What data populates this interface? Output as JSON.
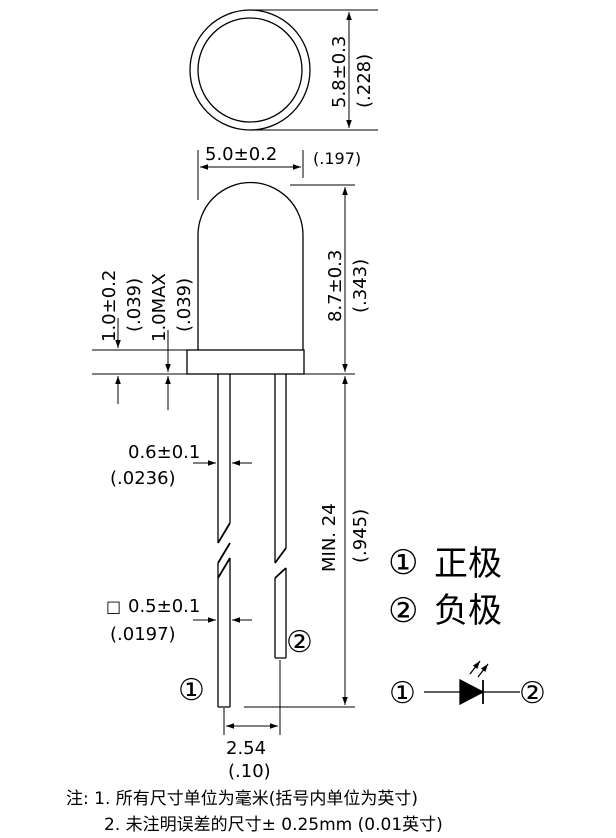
{
  "top_view": {
    "diameter_mm": "5.8±0.3",
    "diameter_in": "(.228)"
  },
  "body": {
    "width_mm": "5.0±0.2",
    "width_in": "(.197)",
    "height_mm": "8.7±0.3",
    "height_in": "(.343)"
  },
  "flange": {
    "thickness_mm": "1.0±0.2",
    "thickness_in": "(.039)",
    "max_mm": "1.0MAX",
    "max_in": "(.039)"
  },
  "leads": {
    "upper_width_mm": "0.6±0.1",
    "upper_width_in": "(.0236)",
    "square_symbol": "□",
    "lower_width_mm": "0.5±0.1",
    "lower_width_in": "(.0197)",
    "length_mm": "MIN. 24",
    "length_in": "(.945)",
    "spacing_mm": "2.54",
    "spacing_in": "(.10)",
    "pin1_marker": "①",
    "pin2_marker": "②"
  },
  "legend": {
    "pin1_marker": "①",
    "pin1_label": "正极",
    "pin2_marker": "②",
    "pin2_label": "负极"
  },
  "schematic": {
    "left_marker": "①",
    "right_marker": "②"
  },
  "notes": {
    "note1": "注: 1. 所有尺寸单位为毫米(括号内单位为英寸)",
    "note2": "2. 未注明误差的尺寸± 0.25mm (0.01英寸)"
  }
}
